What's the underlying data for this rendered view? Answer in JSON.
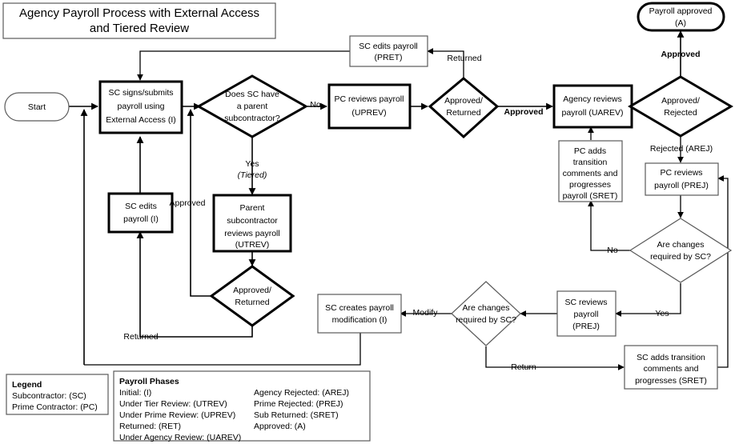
{
  "title": {
    "line1": "Agency Payroll Process with External Access",
    "line2": "and Tiered Review"
  },
  "nodes": {
    "start": {
      "label": "Start"
    },
    "sc_signs": {
      "l1": "SC signs/submits",
      "l2": "payroll using",
      "l3": "External Access (I)"
    },
    "sc_edits_i": {
      "l1": "SC edits",
      "l2": "payroll (I)"
    },
    "has_parent": {
      "l1": "Does SC have",
      "l2": "a parent",
      "l3": "subcontractor?"
    },
    "parent_sub": {
      "l1": "Parent",
      "l2": "subcontractor",
      "l3": "reviews payroll",
      "l4": "(UTREV)"
    },
    "approved_returned_tier": {
      "l1": "Approved/",
      "l2": "Returned"
    },
    "pc_reviews_uprev": {
      "l1": "PC reviews payroll",
      "l2": "(UPREV)"
    },
    "sc_edits_pret": {
      "l1": "SC edits payroll",
      "l2": "(PRET)"
    },
    "approved_returned_prime": {
      "l1": "Approved/",
      "l2": "Returned"
    },
    "agency_reviews": {
      "l1": "Agency reviews",
      "l2": "payroll (UAREV)"
    },
    "pc_adds_sret": {
      "l1": "PC adds",
      "l2": "transition",
      "l3": "comments and",
      "l4": "progresses",
      "l5": "payroll (SRET)"
    },
    "approved_rejected": {
      "l1": "Approved/",
      "l2": "Rejected"
    },
    "payroll_approved": {
      "l1": "Payroll approved",
      "l2": "(A)"
    },
    "pc_reviews_prej": {
      "l1": "PC reviews",
      "l2": "payroll (PREJ)"
    },
    "changes_required_right": {
      "l1": "Are changes",
      "l2": "required by SC?"
    },
    "sc_reviews_prej": {
      "l1": "SC reviews",
      "l2": "payroll",
      "l3": "(PREJ)"
    },
    "changes_required_mid": {
      "l1": "Are changes",
      "l2": "required by SC?"
    },
    "sc_creates_mod": {
      "l1": "SC creates payroll",
      "l2": "modification (I)"
    },
    "sc_adds_sret": {
      "l1": "SC adds transition",
      "l2": "comments and",
      "l3": "progresses (SRET)"
    }
  },
  "edge_labels": {
    "no_parent": "No",
    "yes_parent": "Yes",
    "tiered": "(Tiered)",
    "tier_approved": "Approved",
    "tier_returned": "Returned",
    "prime_returned": "Returned",
    "prime_approved": "Approved",
    "agency_approved": "Approved",
    "rejected_arej": "Rejected (AREJ)",
    "changes_no": "No",
    "changes_yes": "Yes",
    "modify": "Modify",
    "return": "Return"
  },
  "legend": {
    "title": "Legend",
    "items": [
      "Subcontractor: (SC)",
      "Prime Contractor: (PC)"
    ]
  },
  "phases": {
    "title": "Payroll Phases",
    "column1": [
      "Initial: (I)",
      "Under Tier Review: (UTREV)",
      "Under Prime Review: (UPREV)",
      "Returned: (RET)",
      "Under Agency Review: (UAREV)"
    ],
    "column2": [
      "Agency Rejected: (AREJ)",
      "Prime Rejected: (PREJ)",
      "Sub Returned: (SRET)",
      "Approved: (A)"
    ]
  },
  "colors": {
    "stroke_strong": "#000000",
    "stroke_light": "#5a5a5a",
    "background": "#ffffff"
  }
}
